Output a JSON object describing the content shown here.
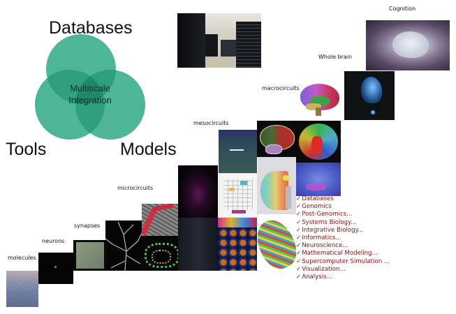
{
  "venn": {
    "top_label": "Databases",
    "left_label": "Tools",
    "right_label": "Models",
    "center_line1": "Multiscale",
    "center_line2": "Integration",
    "fill_color": "#3fae8c",
    "overlap_color": "#1f8a6a"
  },
  "scales": {
    "molecules": "molecules",
    "neurons": "neurons",
    "synapses": "synapses",
    "microcircuits": "microcircuits",
    "mesocircuits": "mesocircuits",
    "macrocircuits": "macrocircuits",
    "whole_brain": "Whole brain",
    "cognition": "Cognition"
  },
  "checklist": {
    "color": "#7a1414",
    "check_glyph": "✓",
    "items": [
      "Databases",
      "Genomics",
      "Post-Genomics...",
      "Systems Biology...",
      "Integrative Biology...",
      "Informatics...",
      "Neuroscience...",
      "Mathematical Modeling...",
      "Supercomputer Simulation ...",
      "Visualization...",
      "Analysis..."
    ]
  },
  "images": {
    "supercomputer": "supercomputer-room-photo",
    "cognition": "glowing-brain-image",
    "whole_brain": "blue-brain-scan-image",
    "macrocircuits": "colored-brain-lobes-image",
    "mesocircuits_tiles": [
      "brain-regions-outline",
      "tractography-fibers",
      "mesocircuit-sea-render",
      "circuit-diagram",
      "cortical-column-render",
      "stained-brain-section",
      "hexagonal-cell-array",
      "cortical-pattern-map"
    ],
    "microcircuits_tiles": [
      "red-dendrite-photo",
      "green-synapse-network",
      "purple-glow-column",
      "dark-tissue-volume"
    ],
    "synapses": "synapse-micrograph",
    "neuron_tree": "neuron-dendrite-image",
    "neurons": "single-neuron-dark",
    "molecules": "molecular-surface-image"
  }
}
